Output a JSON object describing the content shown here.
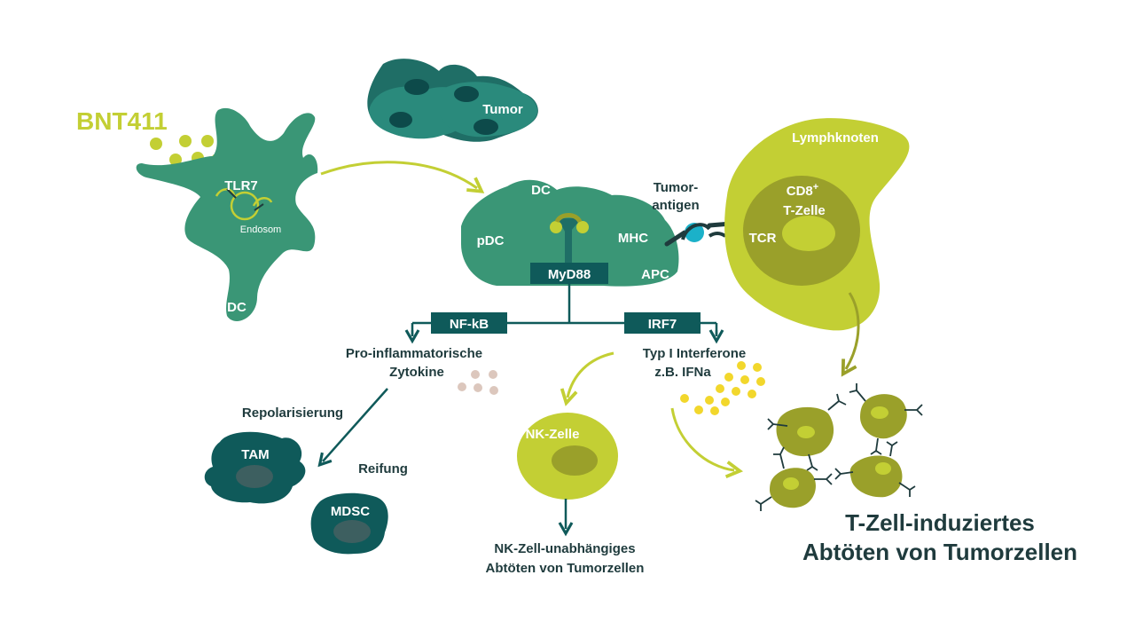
{
  "labels": {
    "bnt411": "BNT411",
    "tumor": "Tumor",
    "tlr7": "TLR7",
    "endosom": "Endosom",
    "dc_left": "DC",
    "dc_center": "DC",
    "pdc": "pDC",
    "mhc": "MHC",
    "apc": "APC",
    "myd88": "MyD88",
    "tumor_antigen_1": "Tumor-",
    "tumor_antigen_2": "antigen",
    "tcr": "TCR",
    "lymphknoten": "Lymphknoten",
    "cd8": "CD8",
    "cd8_sup": "+",
    "t_zelle": "T-Zelle",
    "nfkb": "NF-kB",
    "irf7": "IRF7",
    "proinflam_1": "Pro-inflammatorische",
    "proinflam_2": "Zytokine",
    "typ1_1": "Typ I Interferone",
    "typ1_2": "z.B. IFNa",
    "repolarisierung": "Repolarisierung",
    "reifung": "Reifung",
    "tam": "TAM",
    "mdsc": "MDSC",
    "nk_zelle": "NK-Zelle",
    "nk_outcome_1": "NK-Zell-unabhängiges",
    "nk_outcome_2": "Abtöten von Tumorzellen",
    "t_outcome_1": "T-Zell-induziertes",
    "t_outcome_2": "Abtöten von Tumorzellen"
  },
  "colors": {
    "dc_green": "#3a9676",
    "dark_teal": "#0f5a5a",
    "tumor_teal": "#2a8a7c",
    "tumor_dark": "#1f6e66",
    "lime": "#c3cf34",
    "olive": "#9aa02a",
    "olive_dark": "#808a22",
    "yellow_dot": "#f2d72c",
    "pink_dot": "#dcc7bd",
    "cyan": "#1bb1c9",
    "text_dark": "#1f3b3d"
  }
}
